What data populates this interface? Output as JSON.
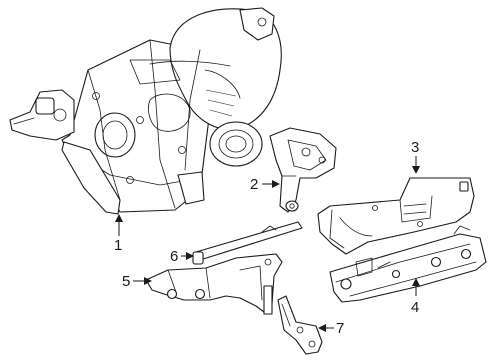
{
  "diagram": {
    "callouts": [
      {
        "id": "1",
        "label": "1"
      },
      {
        "id": "2",
        "label": "2"
      },
      {
        "id": "3",
        "label": "3"
      },
      {
        "id": "4",
        "label": "4"
      },
      {
        "id": "5",
        "label": "5"
      },
      {
        "id": "6",
        "label": "6"
      },
      {
        "id": "7",
        "label": "7"
      }
    ]
  },
  "colors": {
    "line": "#1a1a1a",
    "background": "#ffffff"
  }
}
